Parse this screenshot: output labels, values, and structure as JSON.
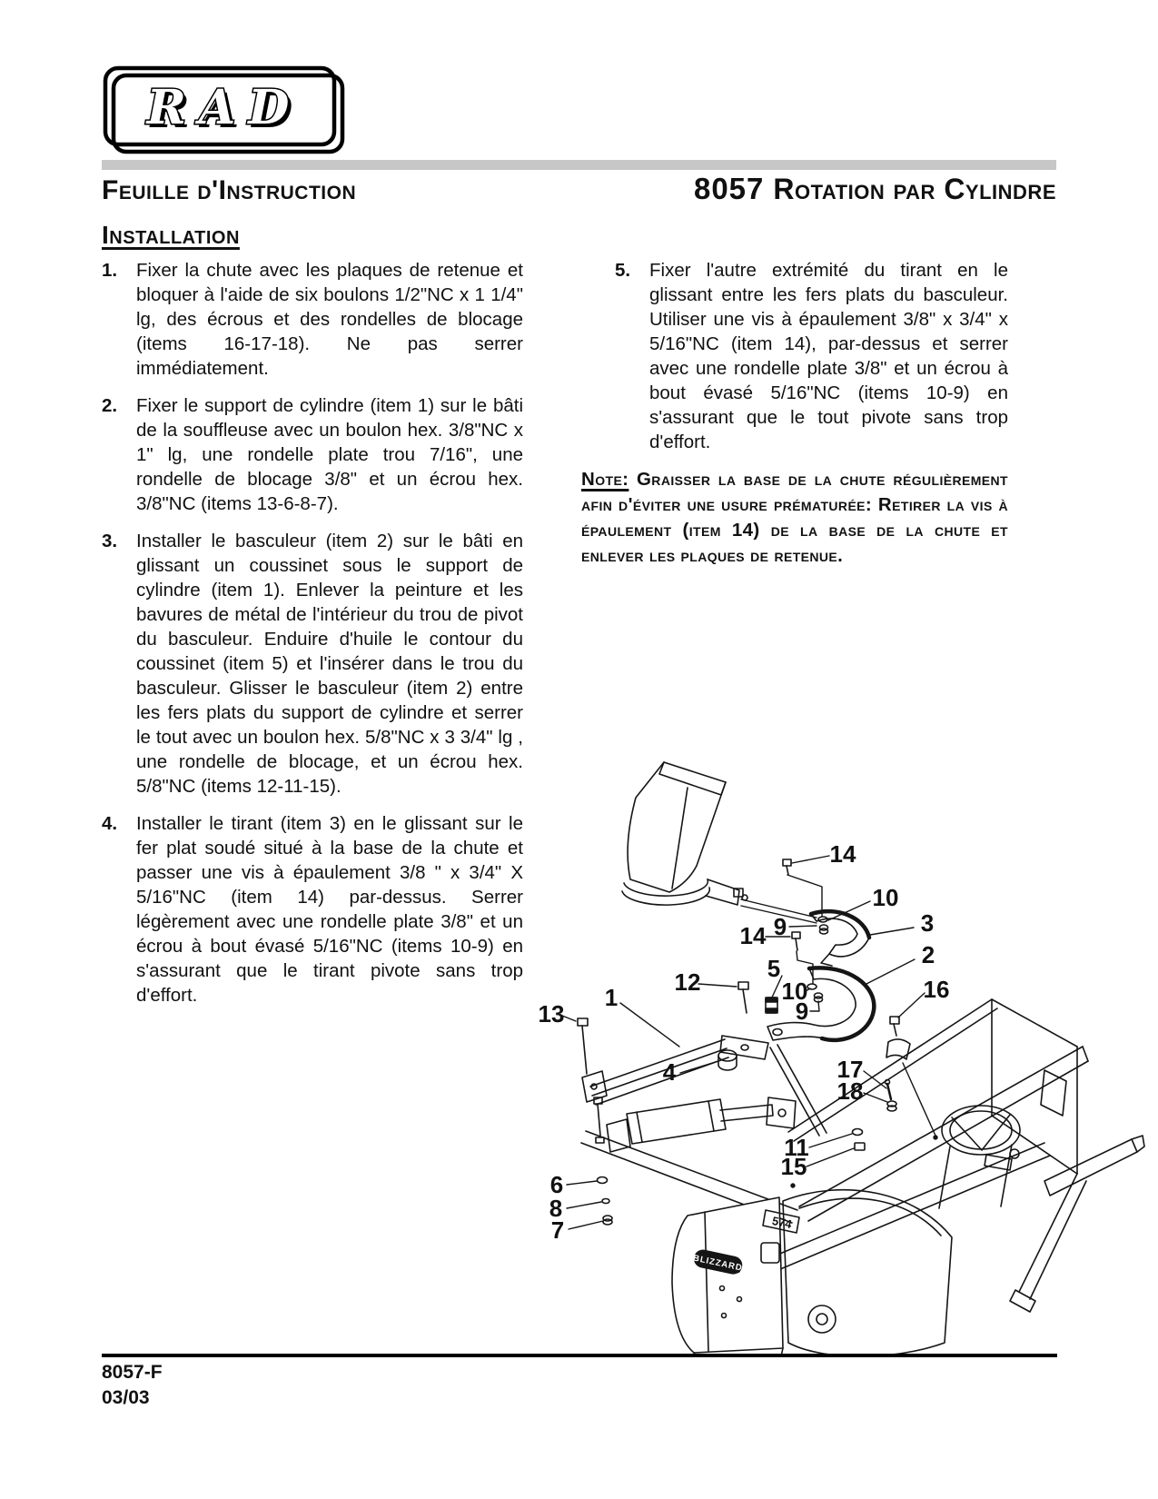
{
  "logo": {
    "text": "RAD"
  },
  "header": {
    "title_left": "Feuille d'Instruction",
    "title_right_num": "8057",
    "title_right_name": "Rotation par Cylindre"
  },
  "section": {
    "heading": "Installation"
  },
  "instructions": [
    {
      "num": "1.",
      "text": "Fixer la chute avec les plaques de retenue et bloquer à l'aide de six boulons 1/2\"NC x 1 1/4\" lg, des écrous et des rondelles de blocage (items 16-17-18).  Ne pas serrer immédiatement."
    },
    {
      "num": "2.",
      "text": "Fixer le support de cylindre (item 1) sur le bâti de la souffleuse avec un boulon hex. 3/8\"NC x 1\" lg, une rondelle plate trou 7/16\", une rondelle de blocage 3/8\" et un écrou hex. 3/8\"NC (items 13-6-8-7)."
    },
    {
      "num": "3.",
      "text": "Installer le basculeur (item 2) sur le bâti en glissant un coussinet sous le support de cylindre (item 1). Enlever la peinture et les bavures de métal de l'intérieur du trou de pivot du basculeur. Enduire d'huile le contour du coussinet (item 5) et l'insérer dans le trou du basculeur. Glisser le basculeur (item 2) entre les fers plats du support de cylindre et serrer le tout avec un boulon hex. 5/8\"NC x 3 3/4\" lg , une rondelle de blocage, et un écrou hex. 5/8\"NC (items 12-11-15)."
    },
    {
      "num": "4.",
      "text": "Installer le tirant (item 3) en le glissant sur le fer plat soudé situé à la base de la chute et passer une vis à épaulement 3/8 \" x 3/4\" X 5/16\"NC (item 14) par-dessus. Serrer légèrement avec une rondelle plate 3/8\" et un écrou à bout évasé 5/16\"NC (items 10-9) en s'assurant que le tirant pivote sans trop d'effort."
    },
    {
      "num": "5.",
      "text": "Fixer l'autre extrémité du tirant en le glissant entre les fers plats du basculeur. Utiliser une vis à épaulement 3/8\" x 3/4\" x 5/16\"NC (item 14), par-dessus et serrer avec une rondelle plate 3/8\" et un écrou à bout évasé 5/16\"NC (items 10-9) en s'assurant que le tout pivote sans trop d'effort."
    }
  ],
  "note": {
    "label": "Note:",
    "text": " Graisser la base de la chute régulièrement afin d'éviter une usure prématurée: Retirer la vis à épaulement (item 14) de la base de la chute et enlever les plaques de retenue."
  },
  "diagram": {
    "machine_label": "BLIZZARD",
    "model_plate": "574",
    "callouts": [
      {
        "label": "14"
      },
      {
        "label": "10"
      },
      {
        "label": "9"
      },
      {
        "label": "3"
      },
      {
        "label": "14"
      },
      {
        "label": "2"
      },
      {
        "label": "5"
      },
      {
        "label": "10"
      },
      {
        "label": "9"
      },
      {
        "label": "12"
      },
      {
        "label": "1"
      },
      {
        "label": "13"
      },
      {
        "label": "16"
      },
      {
        "label": "4"
      },
      {
        "label": "17"
      },
      {
        "label": "18"
      },
      {
        "label": "11"
      },
      {
        "label": "15"
      },
      {
        "label": "6"
      },
      {
        "label": "8"
      },
      {
        "label": "7"
      }
    ]
  },
  "footer": {
    "doc_number": "8057-F",
    "date": "03/03"
  }
}
